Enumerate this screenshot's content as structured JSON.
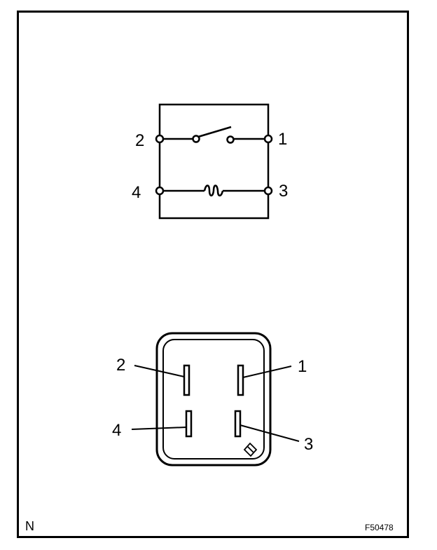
{
  "schematic": {
    "terminals": [
      {
        "id": "pin-2",
        "label": "2"
      },
      {
        "id": "pin-1",
        "label": "1"
      },
      {
        "id": "pin-4",
        "label": "4"
      },
      {
        "id": "pin-3",
        "label": "3"
      }
    ]
  },
  "connector": {
    "terminals": [
      {
        "id": "pin-2",
        "label": "2"
      },
      {
        "id": "pin-1",
        "label": "1"
      },
      {
        "id": "pin-4",
        "label": "4"
      },
      {
        "id": "pin-3",
        "label": "3"
      }
    ]
  },
  "footer": {
    "left_code": "N",
    "figure_id": "F50478"
  }
}
